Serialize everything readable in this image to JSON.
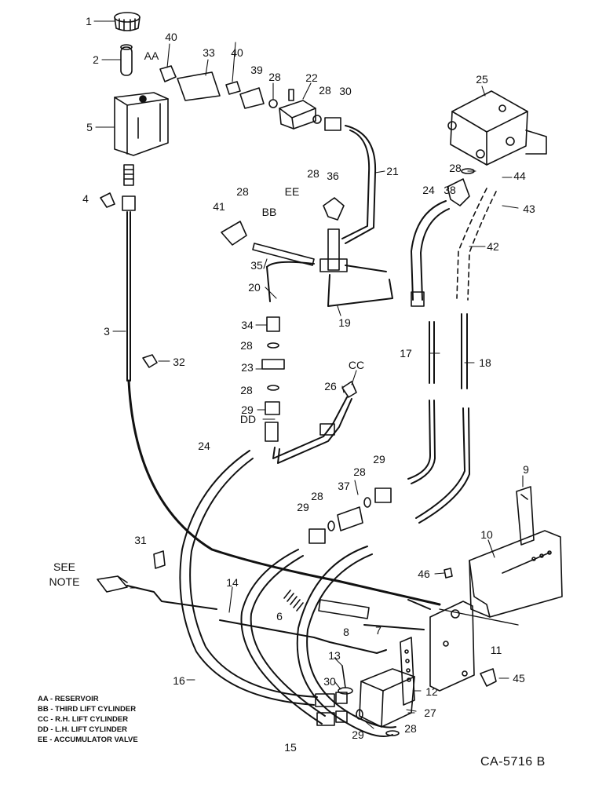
{
  "callouts": [
    {
      "text": "1"
    },
    {
      "text": "40"
    },
    {
      "text": "AA"
    },
    {
      "text": "33"
    },
    {
      "text": "40"
    },
    {
      "text": "2"
    },
    {
      "text": "39"
    },
    {
      "text": "28"
    },
    {
      "text": "22"
    },
    {
      "text": "28"
    },
    {
      "text": "30"
    },
    {
      "text": "25"
    },
    {
      "text": "5"
    },
    {
      "text": "28"
    },
    {
      "text": "36"
    },
    {
      "text": "EE"
    },
    {
      "text": "21"
    },
    {
      "text": "28"
    },
    {
      "text": "44"
    },
    {
      "text": "4"
    },
    {
      "text": "28"
    },
    {
      "text": "BB"
    },
    {
      "text": "41"
    },
    {
      "text": "24"
    },
    {
      "text": "38"
    },
    {
      "text": "43"
    },
    {
      "text": "42"
    },
    {
      "text": "35"
    },
    {
      "text": "20"
    },
    {
      "text": "19"
    },
    {
      "text": "3"
    },
    {
      "text": "34"
    },
    {
      "text": "28"
    },
    {
      "text": "32"
    },
    {
      "text": "23"
    },
    {
      "text": "17"
    },
    {
      "text": "18"
    },
    {
      "text": "CC"
    },
    {
      "text": "28"
    },
    {
      "text": "26"
    },
    {
      "text": "29"
    },
    {
      "text": "DD"
    },
    {
      "text": "24"
    },
    {
      "text": "29"
    },
    {
      "text": "28"
    },
    {
      "text": "37"
    },
    {
      "text": "9"
    },
    {
      "text": "29"
    },
    {
      "text": "28"
    },
    {
      "text": "31"
    },
    {
      "text": "10"
    },
    {
      "text": "46"
    },
    {
      "text": "SEE"
    },
    {
      "text": "NOTE"
    },
    {
      "text": "14"
    },
    {
      "text": "6"
    },
    {
      "text": "8"
    },
    {
      "text": "7"
    },
    {
      "text": "11"
    },
    {
      "text": "13"
    },
    {
      "text": "30"
    },
    {
      "text": "12"
    },
    {
      "text": "45"
    },
    {
      "text": "16"
    },
    {
      "text": "27"
    },
    {
      "text": "29"
    },
    {
      "text": "28"
    },
    {
      "text": "15"
    }
  ],
  "legend": [
    "AA - RESERVOIR",
    "BB - THIRD LIFT CYLINDER",
    "CC - R.H. LIFT CYLINDER",
    "DD - L.H. LIFT CYLINDER",
    "EE - ACCUMULATOR VALVE"
  ],
  "figure_id": "CA-5716  B"
}
